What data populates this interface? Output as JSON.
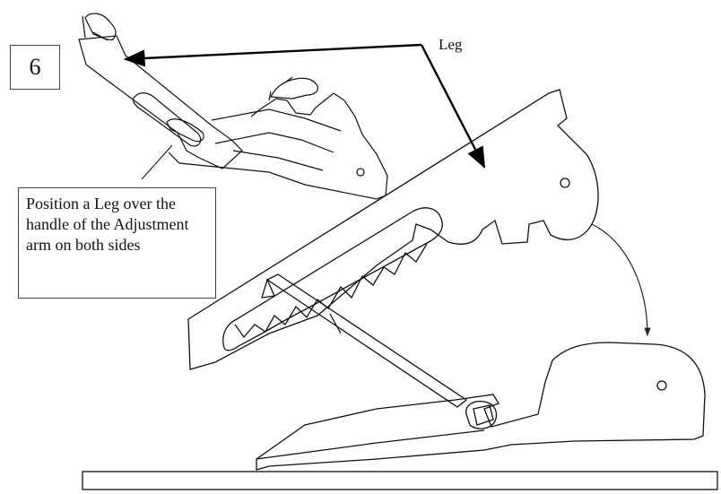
{
  "step": {
    "number": "6"
  },
  "labels": {
    "leg": "Leg"
  },
  "callout": {
    "text": "Position a Leg over the handle of the Adjustment arm on both sides"
  }
}
